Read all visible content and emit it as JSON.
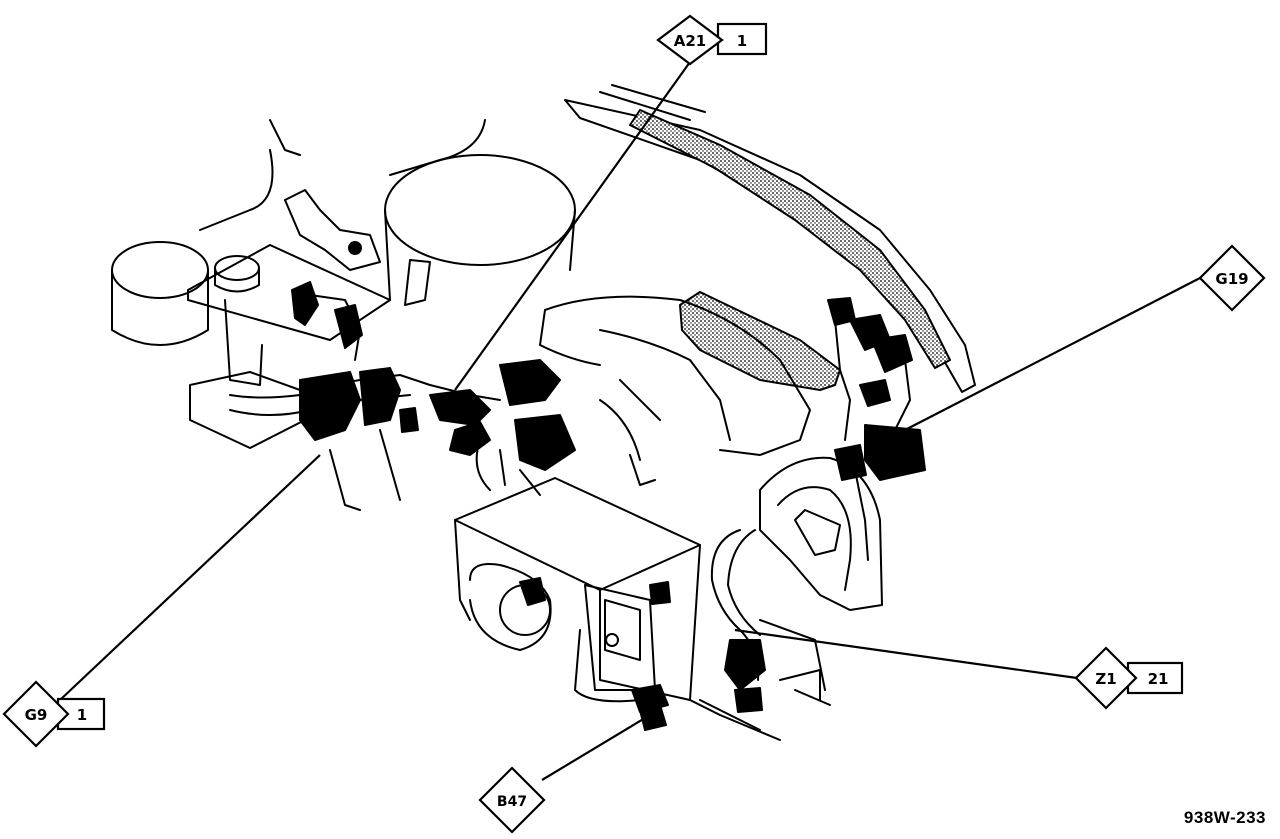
{
  "figure": {
    "id": "938W-233"
  },
  "callouts": [
    {
      "key": "a21",
      "code": "A21",
      "ref": "1"
    },
    {
      "key": "g19",
      "code": "G19",
      "ref": ""
    },
    {
      "key": "z1",
      "code": "Z1",
      "ref": "21"
    },
    {
      "key": "g9",
      "code": "G9",
      "ref": "1"
    },
    {
      "key": "b47",
      "code": "B47",
      "ref": ""
    }
  ]
}
